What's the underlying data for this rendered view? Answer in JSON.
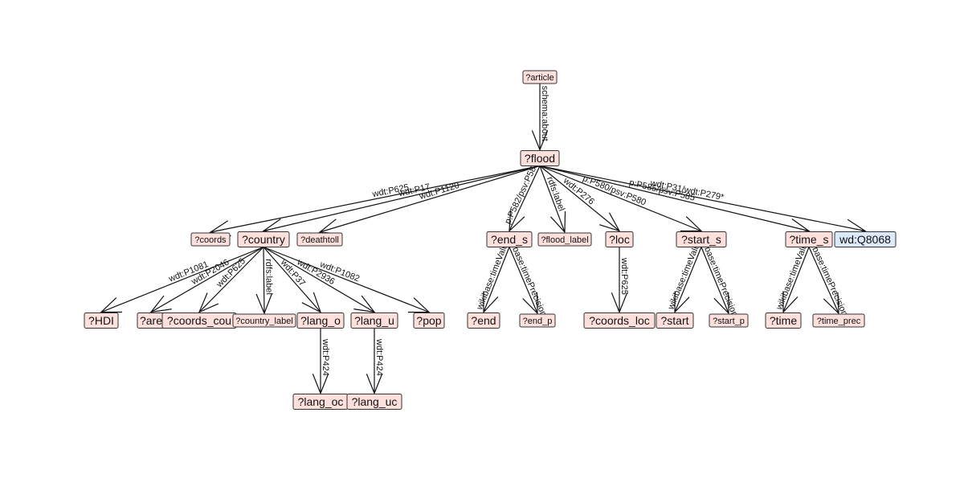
{
  "colors": {
    "variable_fill": "#fde0dc",
    "constant_fill": "#dbe9f8",
    "border": "#333333",
    "edge": "#111111"
  },
  "nodes": [
    {
      "id": "article",
      "label": "?article",
      "kind": "variable"
    },
    {
      "id": "flood",
      "label": "?flood",
      "kind": "variable"
    },
    {
      "id": "coords",
      "label": "?coords",
      "kind": "variable"
    },
    {
      "id": "country",
      "label": "?country",
      "kind": "variable"
    },
    {
      "id": "deathtoll",
      "label": "?deathtoll",
      "kind": "variable"
    },
    {
      "id": "end_s",
      "label": "?end_s",
      "kind": "variable"
    },
    {
      "id": "flood_label",
      "label": "?flood_label",
      "kind": "variable"
    },
    {
      "id": "loc",
      "label": "?loc",
      "kind": "variable"
    },
    {
      "id": "start_s",
      "label": "?start_s",
      "kind": "variable"
    },
    {
      "id": "time_s",
      "label": "?time_s",
      "kind": "variable"
    },
    {
      "id": "q8068",
      "label": "wd:Q8068",
      "kind": "constant"
    },
    {
      "id": "hdi",
      "label": "?HDI",
      "kind": "variable"
    },
    {
      "id": "area",
      "label": "?are",
      "kind": "variable"
    },
    {
      "id": "coords_country",
      "label": "?coords_cou",
      "kind": "variable"
    },
    {
      "id": "country_label",
      "label": "?country_label",
      "kind": "variable"
    },
    {
      "id": "lang_o",
      "label": "?lang_o",
      "kind": "variable"
    },
    {
      "id": "lang_u",
      "label": "?lang_u",
      "kind": "variable"
    },
    {
      "id": "pop",
      "label": "?pop",
      "kind": "variable"
    },
    {
      "id": "end",
      "label": "?end",
      "kind": "variable"
    },
    {
      "id": "end_p",
      "label": "?end_p",
      "kind": "variable"
    },
    {
      "id": "coords_loc",
      "label": "?coords_loc",
      "kind": "variable"
    },
    {
      "id": "start",
      "label": "?start",
      "kind": "variable"
    },
    {
      "id": "start_p",
      "label": "?start_p",
      "kind": "variable"
    },
    {
      "id": "time",
      "label": "?time",
      "kind": "variable"
    },
    {
      "id": "time_prec",
      "label": "?time_prec",
      "kind": "variable"
    },
    {
      "id": "lang_oc",
      "label": "?lang_oc",
      "kind": "variable"
    },
    {
      "id": "lang_uc",
      "label": "?lang_uc",
      "kind": "variable"
    }
  ],
  "edges": [
    {
      "from": "article",
      "to": "flood",
      "label": "schema:about"
    },
    {
      "from": "flood",
      "to": "coords",
      "label": "wdt:P625"
    },
    {
      "from": "flood",
      "to": "country",
      "label": "wdt:P17"
    },
    {
      "from": "flood",
      "to": "deathtoll",
      "label": "wdt:P1120"
    },
    {
      "from": "flood",
      "to": "end_s",
      "label": "p:P582/psv:P582"
    },
    {
      "from": "flood",
      "to": "flood_label",
      "label": "rdfs:label"
    },
    {
      "from": "flood",
      "to": "loc",
      "label": "wdt:P276"
    },
    {
      "from": "flood",
      "to": "start_s",
      "label": "p:P580/psv:P580"
    },
    {
      "from": "flood",
      "to": "time_s",
      "label": "p:P585/psv:P585"
    },
    {
      "from": "flood",
      "to": "q8068",
      "label": "wdt:P31/wdt:P279*"
    },
    {
      "from": "country",
      "to": "hdi",
      "label": "wdt:P1081"
    },
    {
      "from": "country",
      "to": "area",
      "label": "wdt:P2046"
    },
    {
      "from": "country",
      "to": "coords_country",
      "label": "wdt:P625"
    },
    {
      "from": "country",
      "to": "country_label",
      "label": "rdfs:label"
    },
    {
      "from": "country",
      "to": "lang_o",
      "label": "wdt:P37"
    },
    {
      "from": "country",
      "to": "pop",
      "label": "wdt:P1082"
    },
    {
      "from": "country",
      "to": "lang_u",
      "label": "wdt:P2936"
    },
    {
      "from": "end_s",
      "to": "end",
      "label": "wikibase:timeValue"
    },
    {
      "from": "end_s",
      "to": "end_p",
      "label": "wikibase:timePrecision"
    },
    {
      "from": "loc",
      "to": "coords_loc",
      "label": "wdt:P625"
    },
    {
      "from": "start_s",
      "to": "start",
      "label": "wikibase:timeValue"
    },
    {
      "from": "start_s",
      "to": "start_p",
      "label": "wikibase:timePrecision"
    },
    {
      "from": "time_s",
      "to": "time",
      "label": "wikibase:timeValue"
    },
    {
      "from": "time_s",
      "to": "time_prec",
      "label": "wikibase:timePrecision"
    },
    {
      "from": "lang_o",
      "to": "lang_oc",
      "label": "wdt:P424"
    },
    {
      "from": "lang_u",
      "to": "lang_uc",
      "label": "wdt:P424"
    }
  ]
}
